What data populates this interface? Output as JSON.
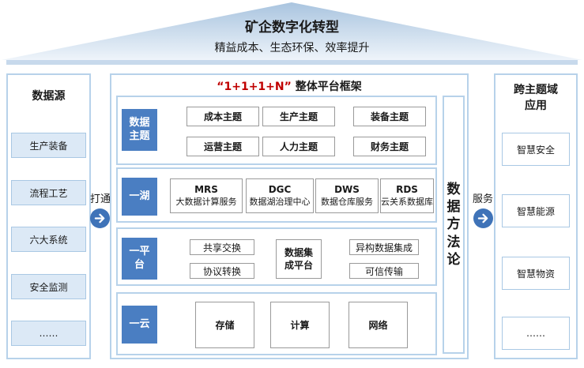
{
  "header": {
    "title": "矿企数字化转型",
    "subtitle": "精益成本、生态环保、效率提升"
  },
  "left_panel": {
    "title": "数据源",
    "items": [
      "生产装备",
      "流程工艺",
      "六大系统",
      "安全监测",
      "……"
    ]
  },
  "connectors": {
    "left_label": "打通",
    "right_label": "服务"
  },
  "center": {
    "title_prefix": "“1+1+1+N”",
    "title_suffix": " 整体平台框架",
    "title_prefix_color": "#c00000",
    "topics": {
      "label": "数据\n主题",
      "items": [
        "成本主题",
        "生产主题",
        "装备主题",
        "运营主题",
        "人力主题",
        "财务主题"
      ]
    },
    "lake": {
      "label": "一湖",
      "items": [
        {
          "code": "MRS",
          "desc": "大数据计算服务"
        },
        {
          "code": "DGC",
          "desc": "数据湖治理中心"
        },
        {
          "code": "DWS",
          "desc": "数据仓库服务"
        },
        {
          "code": "RDS",
          "desc": "云关系数据库"
        }
      ]
    },
    "platform": {
      "label": "一平\n台",
      "left_items": [
        "共享交换",
        "协议转换"
      ],
      "center_item": "数据集\n成平台",
      "right_items": [
        "异构数据集成",
        "可信传输"
      ]
    },
    "cloud": {
      "label": "一云",
      "items": [
        "存储",
        "计算",
        "网络"
      ]
    },
    "methodology": "数\n据\n方\n法\n论"
  },
  "right_panel": {
    "title": "跨主题域\n应用",
    "items": [
      "智慧安全",
      "智慧能源",
      "智慧物资",
      "……"
    ]
  },
  "colors": {
    "accent_blue": "#4a7ec2",
    "border_light_blue": "#b7d2ea",
    "source_fill": "#dce9f6",
    "roof_gradient_top": "#a9c4df",
    "roof_gradient_bottom": "#e6eff8"
  },
  "icons": {
    "left_arrow": "arrow-right-circle-icon",
    "right_arrow": "arrow-right-circle-icon"
  }
}
